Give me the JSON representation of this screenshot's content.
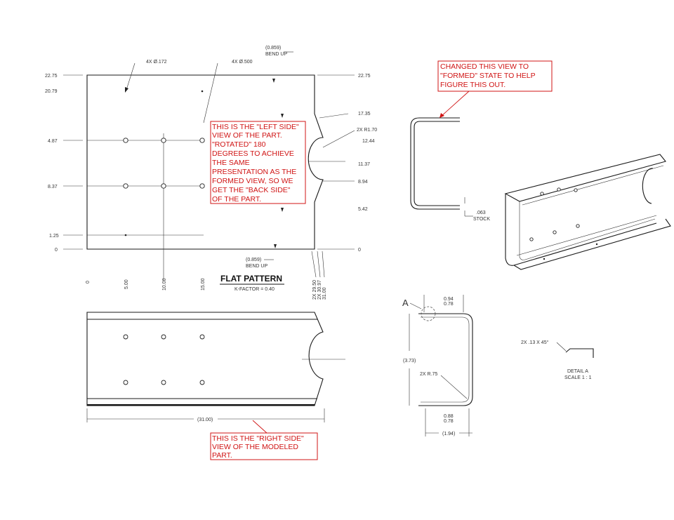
{
  "flat_pattern": {
    "title": "FLAT PATTERN",
    "k_factor": "K-FACTOR = 0.40",
    "callout_small_holes": "4X Ø.172",
    "callout_large_holes": "4X Ø.500",
    "bend_top": [
      "(0.859)",
      "BEND UP"
    ],
    "bend_bottom": [
      "(0.859)",
      "BEND UP"
    ],
    "left_dims": [
      "22.75",
      "20.79",
      "4.87",
      "8.37",
      "1.25",
      "0"
    ],
    "right_dims": [
      "22.75",
      "17.35",
      "2X R1.70",
      "12.44",
      "11.37",
      "8.94",
      "5.42",
      "0"
    ],
    "bottom_dims": [
      "0",
      "5.00",
      "10.00",
      "15.00"
    ],
    "bottom_right_dims": [
      "2X 29.50",
      "2X 30.97",
      "31.00"
    ]
  },
  "right_view": {
    "overall_dim": "(31.00)"
  },
  "formed_view": {
    "stock_label": [
      ".063",
      "STOCK"
    ]
  },
  "end_view": {
    "label_a": "A",
    "top_dims": [
      "0.94",
      "0.78"
    ],
    "height_dim": "(3.73)",
    "radius_dim": "2X R.75",
    "bottom_dims": [
      "0.88",
      "0.78"
    ],
    "overall_dim": "(1.94)"
  },
  "detail": {
    "chamfer": "2X .13 X 45°",
    "label": [
      "DETAIL A",
      "SCALE 1 : 1"
    ]
  },
  "notes": {
    "left_side": [
      "THIS IS THE \"LEFT SIDE\"",
      "VIEW OF THE PART.",
      "\"ROTATED\" 180",
      "DEGREES TO ACHIEVE",
      "THE SAME",
      "PRESENTATION AS THE",
      "FORMED VIEW, SO WE",
      "GET THE \"BACK SIDE\"",
      "OF THE PART."
    ],
    "formed_state": [
      "CHANGED THIS VIEW TO",
      "\"FORMED\" STATE TO HELP",
      "FIGURE THIS OUT."
    ],
    "right_side": [
      "THIS IS THE \"RIGHT SIDE\"",
      "VIEW OF THE MODELED",
      "PART."
    ]
  },
  "colors": {
    "annotation": "#d01414",
    "linework": "#1a1a1a"
  }
}
